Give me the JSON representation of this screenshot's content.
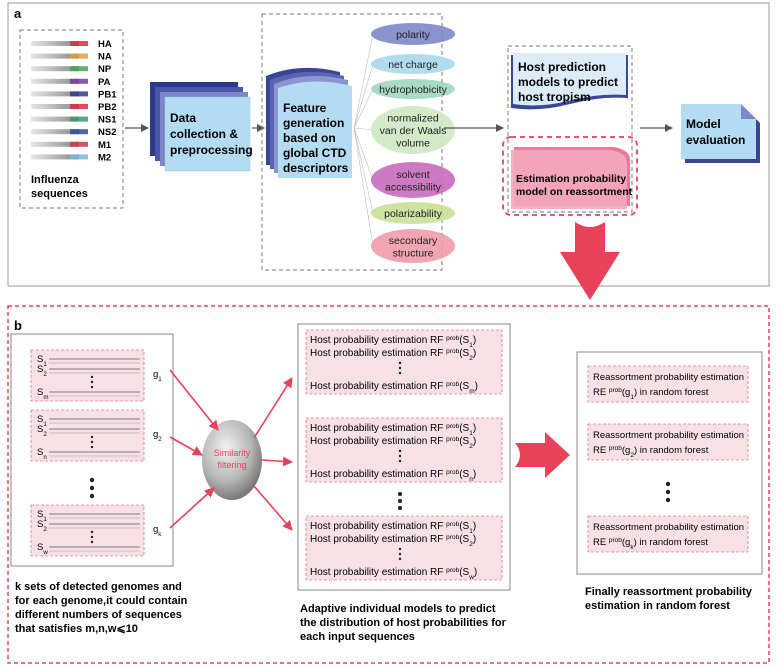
{
  "panel_a": {
    "label": "a",
    "segments": [
      "HA",
      "NA",
      "NP",
      "PA",
      "PB1",
      "PB2",
      "NS1",
      "NS2",
      "M1",
      "M2"
    ],
    "influenza_label": [
      "Influenza",
      "sequences"
    ],
    "data_collection": [
      "Data",
      "collection &",
      "preprocessing"
    ],
    "feature_generation": [
      "Feature",
      "generation",
      "based on",
      "global CTD",
      "descriptors"
    ],
    "descriptors": [
      {
        "lines": [
          "polarity"
        ]
      },
      {
        "lines": [
          "net charge"
        ]
      },
      {
        "lines": [
          "hydrophobicity"
        ]
      },
      {
        "lines": [
          "normalized",
          "van der Waals",
          "volume"
        ]
      },
      {
        "lines": [
          "solvent",
          "accessibility"
        ]
      },
      {
        "lines": [
          "polarizability"
        ]
      },
      {
        "lines": [
          "secondary",
          "structure"
        ]
      }
    ],
    "host_prediction": [
      "Host prediction",
      "models to predict",
      "host tropism"
    ],
    "estimation": [
      "Estimation probability",
      "model on reassortment"
    ],
    "model_evaluation": [
      "Model",
      "evaluation"
    ]
  },
  "panel_b": {
    "label": "b",
    "genome_groups": [
      {
        "seqs": [
          "S1",
          "S2",
          "Sm"
        ],
        "g": "g1"
      },
      {
        "seqs": [
          "S1",
          "S2",
          "Sn"
        ],
        "g": "g2"
      },
      {
        "seqs": [
          "S1",
          "S2",
          "Sw"
        ],
        "g": "gk"
      }
    ],
    "similarity": [
      "Similarity",
      "filtering"
    ],
    "host_estimation_prefix": "Host probability estimation RF",
    "prob_sup": "prob",
    "host_groups": [
      [
        "S1",
        "S2",
        "Sm"
      ],
      [
        "S1",
        "S2",
        "Sn"
      ],
      [
        "S1",
        "S2",
        "Sw"
      ]
    ],
    "reassort_line1": "Reassortment probability estimation",
    "reassort_line2_prefix": "RE",
    "reassort_line2_suffix": "in random forest",
    "reassort_g": [
      "g1",
      "g2",
      "gk"
    ],
    "caption_left": [
      "k sets of detected genomes and",
      "for each genome,it could contain",
      "different numbers of sequences",
      "that satisfies m,n,w⩽10"
    ],
    "caption_mid": [
      "Adaptive individual models to predict",
      "the distribution of host probabilities for",
      "each input sequences"
    ],
    "caption_right": [
      "Finally reassortment probability",
      "estimation in random forest"
    ]
  },
  "colors": {
    "accent_red": "#e8415a",
    "box_blue": "#b3dcf2",
    "stack_purple": "#5a64b0",
    "pink_box": "#f4dde3",
    "est_pink": "#e8799a"
  }
}
